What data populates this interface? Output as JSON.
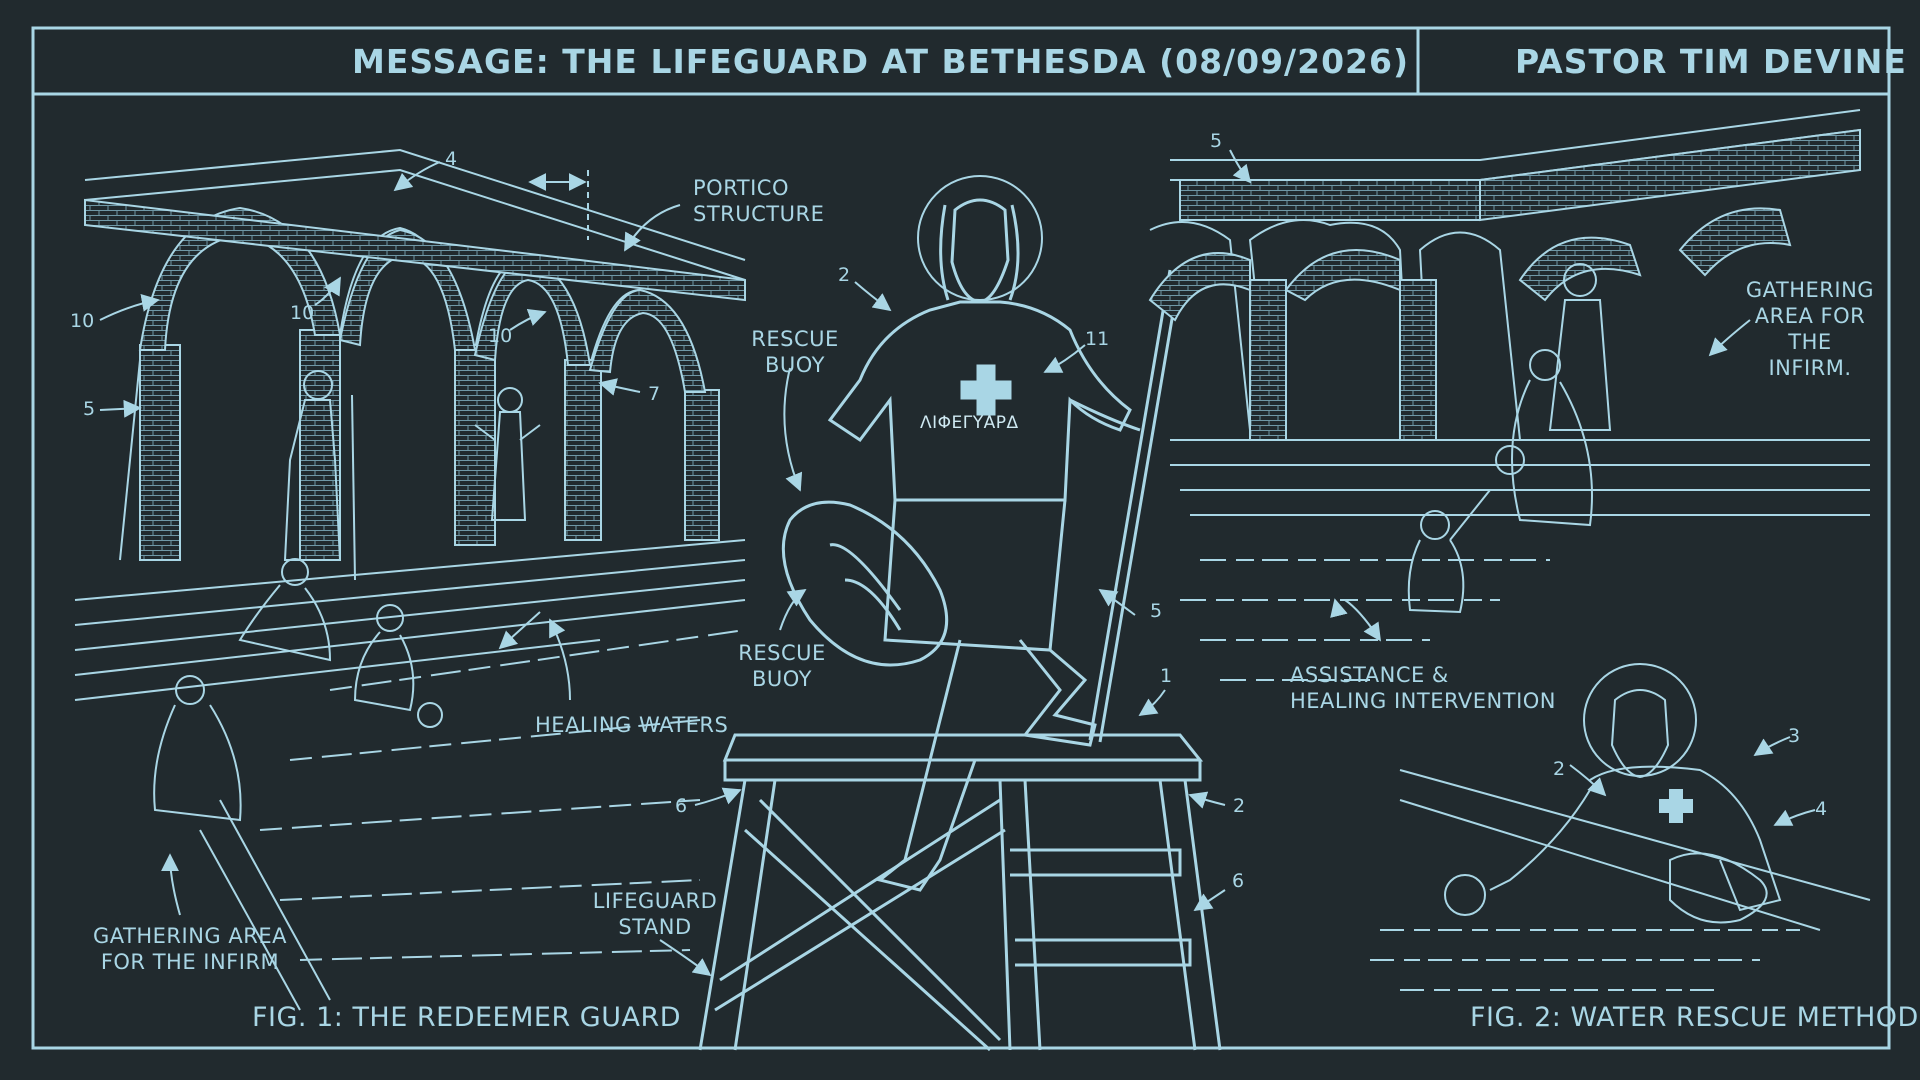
{
  "header": {
    "message": "MESSAGE: THE LIFEGUARD AT BETHESDA (08/09/2026)",
    "pastor": "PASTOR TIM DEVINE"
  },
  "figure1": {
    "caption": "FIG. 1: THE REDEEMER GUARD",
    "labels": {
      "portico": "PORTICO\nSTRUCTURE",
      "rescue_buoy_top": "RESCUE\nBUOY",
      "rescue_buoy_bottom": "RESCUE\nBUOY",
      "healing_waters": "HEALING WATERS",
      "gathering_area": "GATHERING AREA\nFOR THE INFIRM",
      "lifeguard_stand": "LIFEGUARD\nSTAND",
      "shirt_text": "ΛΙΦΕΓΥΑΡΔ"
    },
    "numbers": {
      "n4": "4",
      "n10a": "10",
      "n10b": "10",
      "n10c": "10",
      "n5": "5",
      "n7": "7",
      "n2": "2",
      "n11": "11",
      "n5b": "5",
      "n1": "1",
      "n6a": "6",
      "n2b": "2",
      "n6b": "6"
    }
  },
  "figure2": {
    "caption": "FIG. 2: WATER RESCUE METHOD",
    "labels": {
      "gathering_area": "GATHERING\nAREA FOR\nTHE\nINFIRM.",
      "assistance": "ASSISTANCE &\nHEALING INTERVENTION"
    },
    "numbers": {
      "n5": "5",
      "n3": "3",
      "n2": "2",
      "n4": "4"
    }
  },
  "colors": {
    "background": "#212a2e",
    "line": "#a9d6e5"
  }
}
